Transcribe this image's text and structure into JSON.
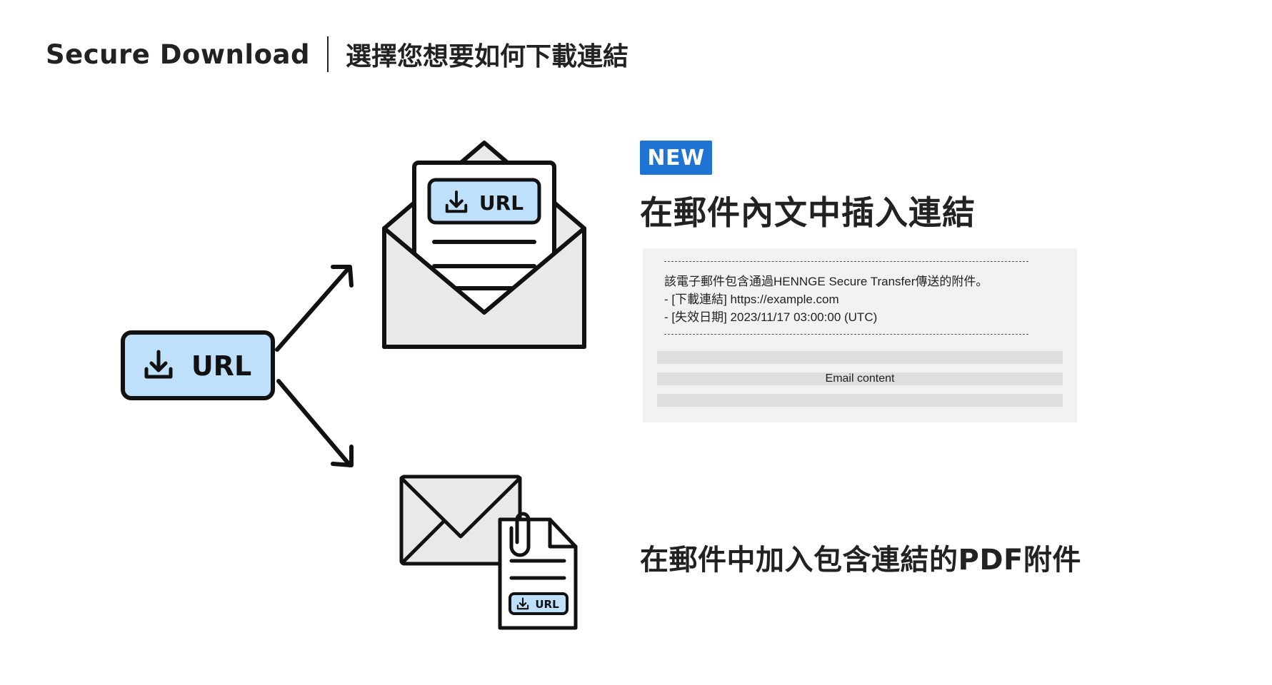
{
  "header": {
    "product": "Secure Download",
    "subtitle": "選擇您想要如何下載連結"
  },
  "source_button": {
    "label": "URL"
  },
  "option_body": {
    "badge": "NEW",
    "title": "在郵件內文中插入連結",
    "icon_button_label": "URL",
    "email_preview": {
      "lines": [
        "該電子郵件包含通過HENNGE Secure Transfer傳送的附件。",
        "- [下載連結] https://example.com",
        "- [失效日期] 2023/11/17 03:00:00 (UTC)"
      ],
      "content_label": "Email content"
    }
  },
  "option_attachment": {
    "title": "在郵件中加入包含連結的PDF附件",
    "icon_button_label": "URL"
  },
  "colors": {
    "accent": "#1f73d2",
    "url_button_fill": "#bfe0fb",
    "envelope_fill": "#e9e9e9",
    "outline": "#111111"
  }
}
